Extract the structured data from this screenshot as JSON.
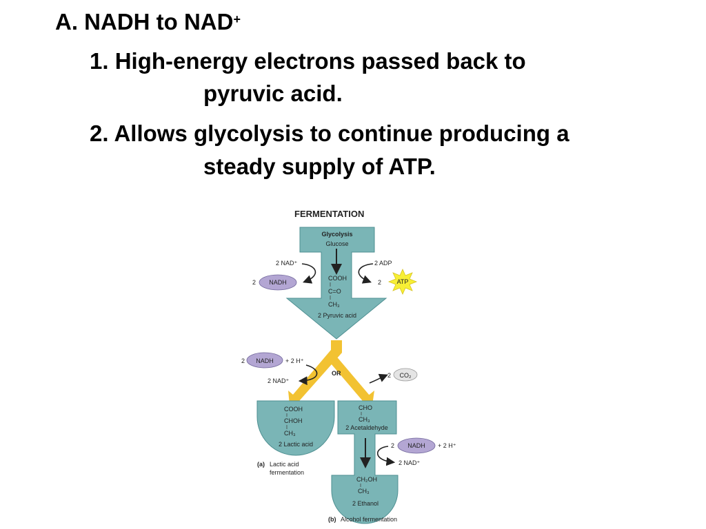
{
  "heading": {
    "text": "A. NADH to NAD",
    "sup": "+"
  },
  "points": [
    {
      "line1": "1. High-energy electrons passed back to",
      "line2": "pyruvic acid."
    },
    {
      "line1": "2. Allows glycolysis to continue producing a",
      "line2": "steady supply of ATP."
    }
  ],
  "figure": {
    "title": "FERMENTATION",
    "glycolysis": "Glycolysis",
    "glucose": "Glucose",
    "nad_in_left": "2 NAD⁺",
    "nadh_left_coef": "2",
    "nadh_label": "NADH",
    "adp": "2 ADP",
    "atp_coef": "2",
    "atp_label": "ATP",
    "pyruvate_formula": [
      "COOH",
      "C=O",
      "CH₃"
    ],
    "pyruvic_acid": "2 Pyruvic acid",
    "nadh_mid_coef": "2",
    "plus_h_mid": "+ 2 H⁺",
    "nad_mid": "2 NAD⁺",
    "or": "OR",
    "co2_coef": "2",
    "co2_label": "CO₂",
    "lactic_formula": [
      "COOH",
      "CHOH",
      "CH₃"
    ],
    "lactic_acid": "2 Lactic acid",
    "acetaldehyde_formula": [
      "CHO",
      "CH₃"
    ],
    "acetaldehyde": "2 Acetaldehyde",
    "nadh_right_coef": "2",
    "plus_h_right": "+ 2 H⁺",
    "nad_right": "2 NAD⁺",
    "ethanol_formula": [
      "CH₂OH",
      "CH₃"
    ],
    "ethanol": "2 Ethanol",
    "caption_a_tag": "(a)",
    "caption_a_line1": "Lactic acid",
    "caption_a_line2": "fermentation",
    "caption_b_tag": "(b)",
    "caption_b": "Alcohol fermentation"
  },
  "colors": {
    "teal": "#7ab5b6",
    "teal_stroke": "#4e8f91",
    "arrow_yellow": "#f2c232",
    "nadh_fill": "#b3a6d3",
    "atp_fill": "#f7ef35"
  }
}
